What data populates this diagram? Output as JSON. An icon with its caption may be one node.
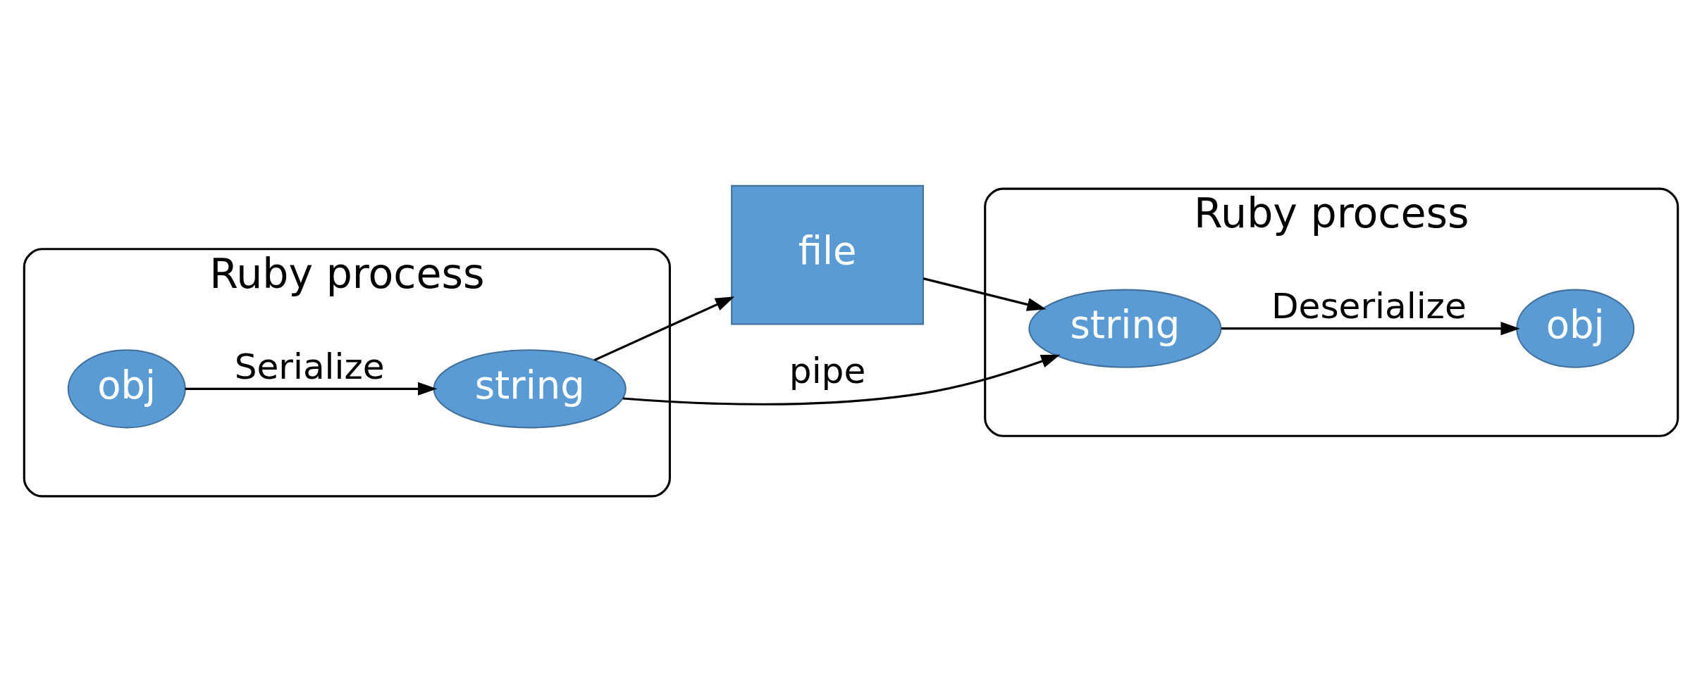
{
  "diagram": {
    "nodes": [
      {
        "text": [
          "Ruby process"
        ]
      },
      {
        "text": [
          "obj"
        ],
        "in": 0
      },
      {
        "text": [
          "string"
        ],
        "in": 0
      },
      {
        "text": [
          "file"
        ]
      },
      {
        "text": [
          "Ruby process"
        ]
      },
      {
        "text": [
          "obj"
        ],
        "in": 4
      },
      {
        "text": [
          "string"
        ],
        "in": 4
      }
    ],
    "edges": [
      {
        "from": 1,
        "to": 2,
        "arrow": "to",
        "label": "Serialize"
      },
      {
        "from": 2,
        "to": 6,
        "arrow": "to",
        "label": "pipe"
      },
      {
        "from": 2,
        "to": 3,
        "arrow": "to"
      },
      {
        "from": 3,
        "to": 6,
        "arrow": "to"
      },
      {
        "from": 6,
        "to": 5,
        "arrow": "to",
        "label": "Deserialize"
      }
    ]
  }
}
